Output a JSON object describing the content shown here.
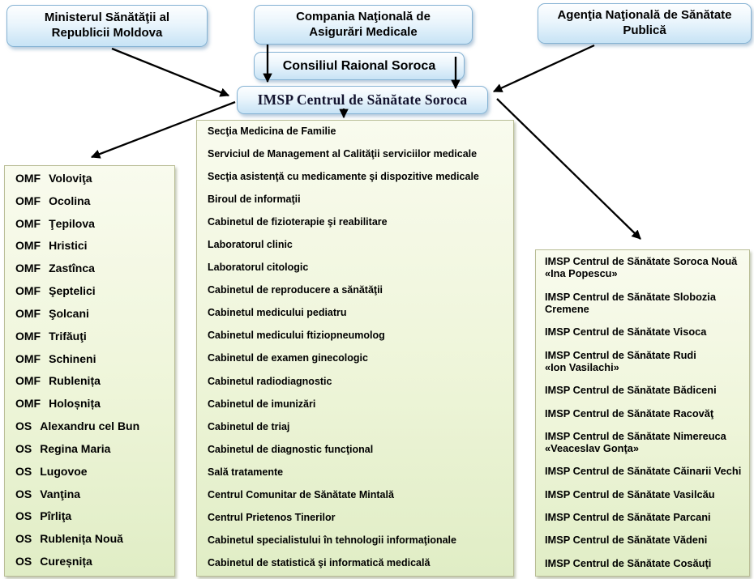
{
  "boxes": {
    "minister": "Ministerul Sănătăţii al\nRepublicii Moldova",
    "cnam": "Compania Naţională de\nAsigurări Medicale",
    "ansp": "Agenţia Naţională de Sănătate\nPublică",
    "consiliu": "Consiliul Raional Soroca",
    "imsp": "IMSP Centrul de Sănătate Soroca"
  },
  "left_panel": {
    "items": [
      {
        "type": "OMF",
        "name": "Voloviţa"
      },
      {
        "type": "OMF",
        "name": "Ocolina"
      },
      {
        "type": "OMF",
        "name": "Ţepilova"
      },
      {
        "type": "OMF",
        "name": "Hristici"
      },
      {
        "type": "OMF",
        "name": "Zastînca"
      },
      {
        "type": "OMF",
        "name": "Şeptelici"
      },
      {
        "type": "OMF",
        "name": "Şolcani"
      },
      {
        "type": "OMF",
        "name": "Trifăuţi"
      },
      {
        "type": "OMF",
        "name": "Schineni"
      },
      {
        "type": "OMF",
        "name": "Rublenița"
      },
      {
        "type": "OMF",
        "name": "Holoșnița"
      },
      {
        "type": "OS",
        "name": "Alexandru cel Bun"
      },
      {
        "type": "OS",
        "name": "Regina Maria"
      },
      {
        "type": "OS",
        "name": "Lugovoe"
      },
      {
        "type": "OS",
        "name": "Vanţina"
      },
      {
        "type": "OS",
        "name": "Pîrliţa"
      },
      {
        "type": "OS",
        "name": "Rublenița Nouă"
      },
      {
        "type": "OS",
        "name": "Cureșnița"
      }
    ]
  },
  "middle_panel": {
    "items": [
      "Secţia Medicina de Familie",
      "Serviciul de Management al Calităţii serviciilor medicale",
      "Secţia asistenţă cu medicamente şi dispozitive medicale",
      "Biroul de informaţii",
      "Cabinetul de fizioterapie şi reabilitare",
      "Laboratorul clinic",
      "Laboratorul citologic",
      "Cabinetul de reproducere a sănătăţii",
      "Cabinetul medicului pediatru",
      "Cabinetul medicului ftiziopneumolog",
      "Cabinetul de examen ginecologic",
      "Cabinetul radiodiagnostic",
      "Cabinetul de imunizări",
      "Cabinetul de triaj",
      "Cabinetul de diagnostic funcţional",
      "Sală tratamente",
      "Centrul Comunitar de Sănătate Mintală",
      "Centrul Prietenos Tinerilor",
      "Cabinetul specialistului în tehnologii informaţionale",
      "Cabinetul de statistică şi informatică medicală"
    ]
  },
  "right_panel": {
    "items": [
      "IMSP Centrul de Sănătate Soroca Nouă\n«Ina Popescu»",
      "IMSP Centrul de Sănătate Slobozia\nCremene",
      "IMSP Centrul de Sănătate Visoca",
      "IMSP Centrul de Sănătate Rudi\n«Ion Vasilachi»",
      "IMSP Centrul de Sănătate Bădiceni",
      "IMSP Centrul de Sănătate Racovăţ",
      "IMSP Centrul de Sănătate Nimereuca\n«Veaceslav Gonţa»",
      "IMSP Centrul de Sănătate Căinarii Vechi",
      "IMSP Centrul de Sănătate Vasilcău",
      "IMSP Centrul de Sănătate Parcani",
      "IMSP Centrul de Sănătate Vădeni",
      "IMSP Centrul de Sănătate Cosăuţi"
    ]
  },
  "colors": {
    "box_fill_bottom": "#c7e3f5",
    "box_border": "#85b2d3",
    "panel_fill": "#eef5d9",
    "panel_border": "#b9bd96",
    "arrow": "#000000",
    "imsp_text": "#13132e"
  }
}
